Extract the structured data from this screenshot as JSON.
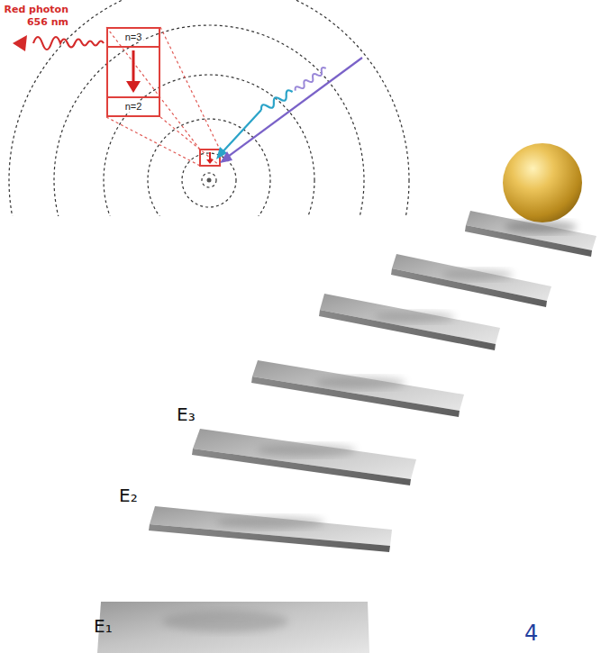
{
  "diagram": {
    "nodes": [
      {
        "text": [
          "n=3",
          "n=2"
        ]
      }
    ],
    "labels": [
      "Red photon 656 nm",
      "E₃",
      "E₂",
      "E₁",
      "4"
    ]
  }
}
